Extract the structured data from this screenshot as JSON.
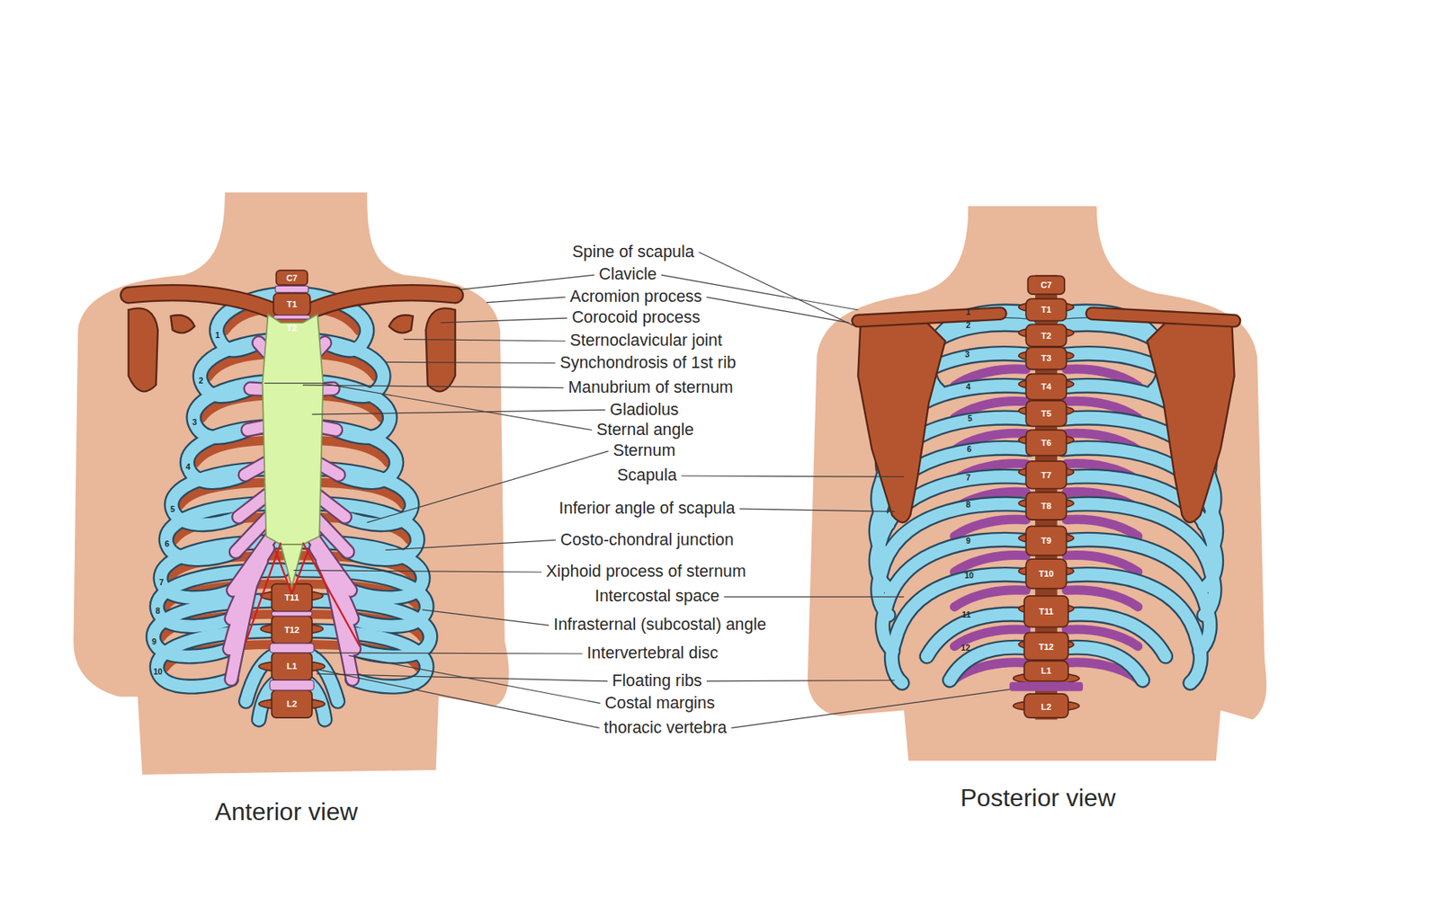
{
  "diagram": {
    "labels": [
      "Spine of scapula",
      "Clavicle",
      "Acromion process",
      "Corocoid process",
      "Sternoclavicular joint",
      "Synchondrosis of 1st rib",
      "Manubrium of sternum",
      "Gladiolus",
      "Sternal angle",
      "Sternum",
      "Scapula",
      "Inferior angle of scapula",
      "Costo-chondral junction",
      "Xiphoid process of sternum",
      "Intercostal space",
      "Infrasternal (subcostal) angle",
      "Intervertebral disc",
      "Floating ribs",
      "Costal margins",
      "thoracic vertebra",
      "Anterior view",
      "Posterior view",
      "C7",
      "T1",
      "T2",
      "T11",
      "T12",
      "L1",
      "L2",
      "1",
      "2",
      "3",
      "4",
      "5",
      "6",
      "7",
      "8",
      "9",
      "10",
      "C7",
      "T1",
      "T2",
      "T3",
      "T4",
      "T5",
      "T6",
      "T7",
      "T8",
      "T9",
      "T10",
      "T11",
      "T12",
      "L1",
      "L2",
      "1",
      "2",
      "3",
      "4",
      "5",
      "6",
      "7",
      "8",
      "9",
      "10",
      "11",
      "12"
    ]
  }
}
